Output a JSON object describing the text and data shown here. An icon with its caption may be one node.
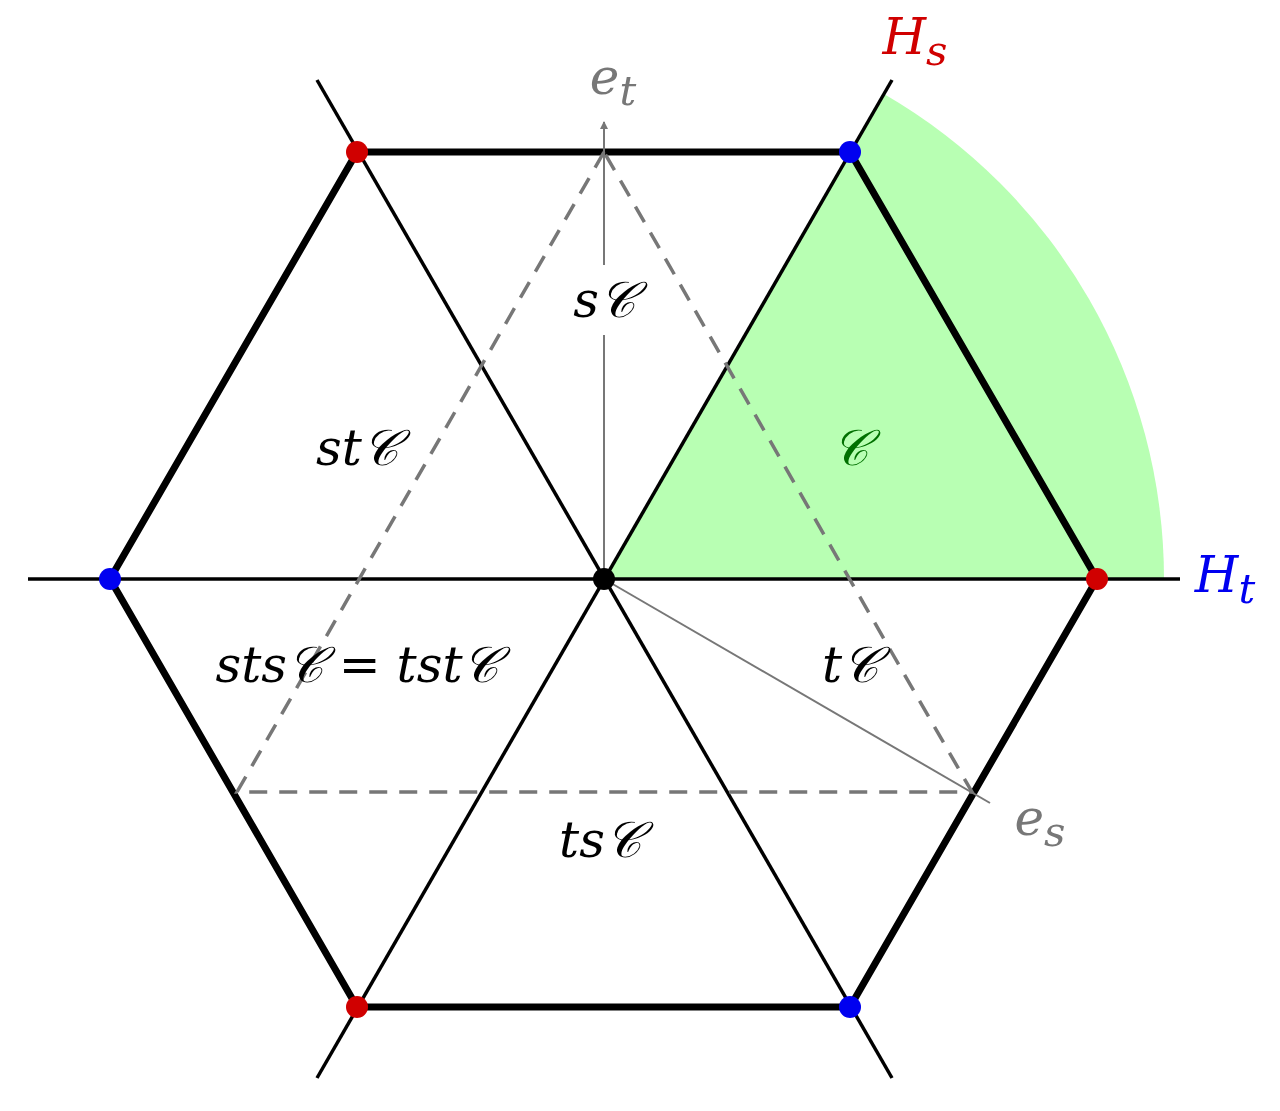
{
  "diagram": {
    "labels": [
      "H$_{s}$",
      "e$_{t}$",
      "s𝒞",
      "st𝒞",
      "𝒞",
      "H$_{t}$",
      "sts𝒞 = tst𝒞",
      "t𝒞",
      "e$_{s}$",
      "ts𝒞"
    ]
  }
}
